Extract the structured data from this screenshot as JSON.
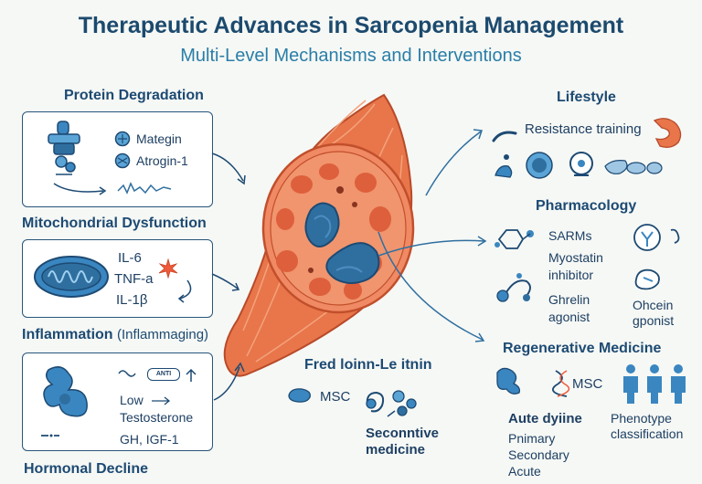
{
  "header": {
    "title": "Therapeutic Advances in Sarcopenia Management",
    "subtitle": "Multi-Level Mechanisms and Interventions"
  },
  "left": {
    "protein": {
      "heading": "Protein Degradation",
      "items": [
        "Mategin",
        "Atrogin-1"
      ]
    },
    "mito": {
      "heading": "Mitochondrial Dysfunction",
      "items": [
        "IL-6",
        "TNF-a",
        "IL-1β"
      ]
    },
    "inflammation": {
      "heading": "Inflammation",
      "heading_note": "(Inflammaging)",
      "badge": "ANTI",
      "items": [
        "Low",
        "Testosterone",
        "GH, IGF-1"
      ]
    },
    "hormonal": {
      "heading": "Hormonal Decline"
    }
  },
  "center": {
    "bottom_heading": "Fred loinn-Le itnin",
    "msc": "MSC",
    "regen_label": [
      "Seconntive",
      "medicine"
    ]
  },
  "right": {
    "lifestyle": {
      "heading": "Lifestyle",
      "item": "Resistance training"
    },
    "pharmacology": {
      "heading": "Pharmacology",
      "items": [
        "SARMs",
        "Myostatin",
        "inhibitor",
        "Ghrelin",
        "agonist"
      ],
      "side": [
        "Ohcein",
        "gponist"
      ]
    },
    "regenerative": {
      "heading": "Regenerative Medicine",
      "msc": "MSC",
      "sub_heading": "Aute dyiine",
      "list": [
        "Pnimary",
        "Secondary",
        "Acute"
      ],
      "phenotype": [
        "Phenotype",
        "classification"
      ]
    }
  },
  "colors": {
    "navy": "#1d4a73",
    "muscle": "#e8764a",
    "fiber": "#d95a3c",
    "nucleus": "#2f6fa0",
    "accent": "#ef5a3a"
  }
}
